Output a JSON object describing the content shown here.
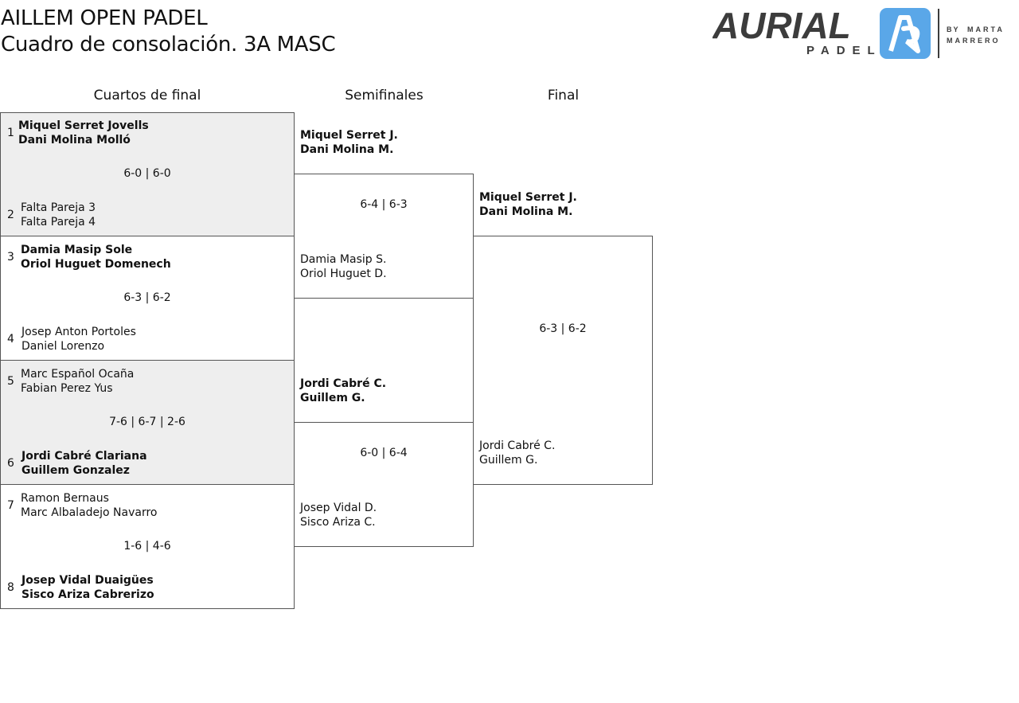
{
  "header": {
    "title_line1": "AILLEM OPEN PADEL",
    "title_line2": "Cuadro de consolación. 3A MASC"
  },
  "logo": {
    "brand": "AURIAL",
    "sub": "PADEL",
    "by": "BY",
    "by_line1": "MARTA",
    "by_line2": "MARRERO",
    "brand_color": "#3c3c3c",
    "accent_color": "#5aa7e8"
  },
  "rounds": {
    "quarterfinals": "Cuartos de final",
    "semifinals": "Semifinales",
    "final": "Final"
  },
  "quarterfinals": [
    {
      "top": {
        "seed": "1",
        "line1": "Miquel Serret Jovells",
        "line2": "Dani Molina Molló",
        "winner": true
      },
      "score": "6-0 | 6-0",
      "bottom": {
        "seed": "2",
        "line1": "Falta Pareja 3",
        "line2": "Falta Pareja 4",
        "winner": false
      }
    },
    {
      "top": {
        "seed": "3",
        "line1": "Damia Masip Sole",
        "line2": "Oriol Huguet Domenech",
        "winner": true
      },
      "score": "6-3 | 6-2",
      "bottom": {
        "seed": "4",
        "line1": "Josep Anton Portoles",
        "line2": "Daniel Lorenzo",
        "winner": false
      }
    },
    {
      "top": {
        "seed": "5",
        "line1": "Marc Español Ocaña",
        "line2": "Fabian Perez Yus",
        "winner": false
      },
      "score": "7-6 | 6-7 | 2-6",
      "bottom": {
        "seed": "6",
        "line1": "Jordi Cabré Clariana",
        "line2": "Guillem Gonzalez",
        "winner": true
      }
    },
    {
      "top": {
        "seed": "7",
        "line1": "Ramon Bernaus",
        "line2": "Marc Albaladejo Navarro",
        "winner": false
      },
      "score": "1-6 | 4-6",
      "bottom": {
        "seed": "8",
        "line1": "Josep Vidal Duaigües",
        "line2": "Sisco Ariza Cabrerizo",
        "winner": true
      }
    }
  ],
  "semifinals": [
    {
      "top": {
        "line1": "Miquel Serret J.",
        "line2": "Dani Molina M.",
        "winner": true
      },
      "score": "6-4 | 6-3",
      "bottom": {
        "line1": "Damia Masip S.",
        "line2": "Oriol Huguet D.",
        "winner": false
      }
    },
    {
      "top": {
        "line1": "Jordi Cabré C.",
        "line2": "Guillem G.",
        "winner": true
      },
      "score": "6-0 | 6-4",
      "bottom": {
        "line1": "Josep Vidal D.",
        "line2": "Sisco Ariza C.",
        "winner": false
      }
    }
  ],
  "final": {
    "top": {
      "line1": "Miquel Serret J.",
      "line2": "Dani Molina M.",
      "winner": true
    },
    "score": "6-3 | 6-2",
    "bottom": {
      "line1": "Jordi Cabré C.",
      "line2": "Guillem G.",
      "winner": false
    }
  }
}
